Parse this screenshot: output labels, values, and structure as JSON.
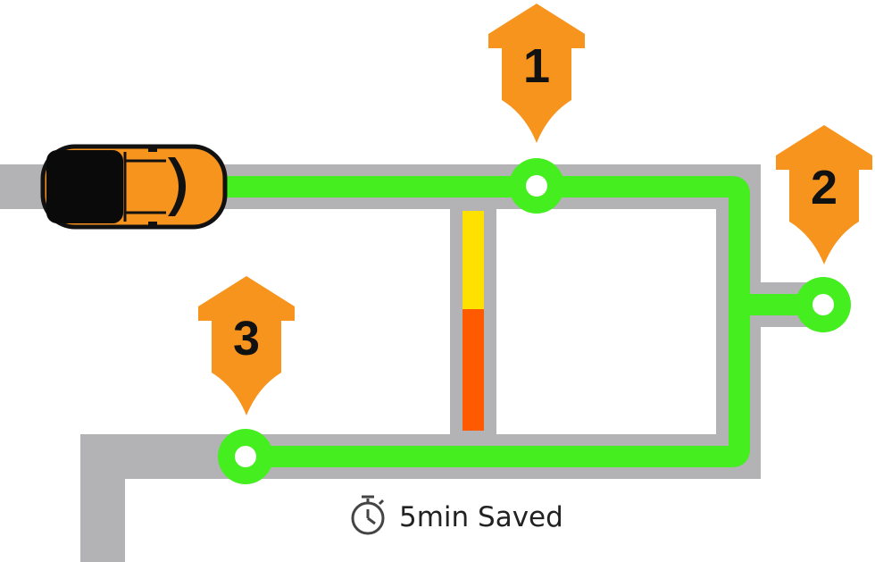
{
  "colors": {
    "road": "#b3b3b5",
    "route": "#44ee1f",
    "marker": "#f7941d",
    "traffic_high": "#ffe100",
    "traffic_severe": "#ff5a00",
    "car_body": "#f7941d",
    "car_roof": "#0a0a0a"
  },
  "markers": [
    {
      "label": "1"
    },
    {
      "label": "2"
    },
    {
      "label": "3"
    }
  ],
  "traffic_bar": {
    "segments": [
      "high",
      "severe"
    ]
  },
  "car": {
    "icon": "car-icon"
  },
  "footer": {
    "icon": "stopwatch-icon",
    "saved_text": "5min Saved"
  }
}
